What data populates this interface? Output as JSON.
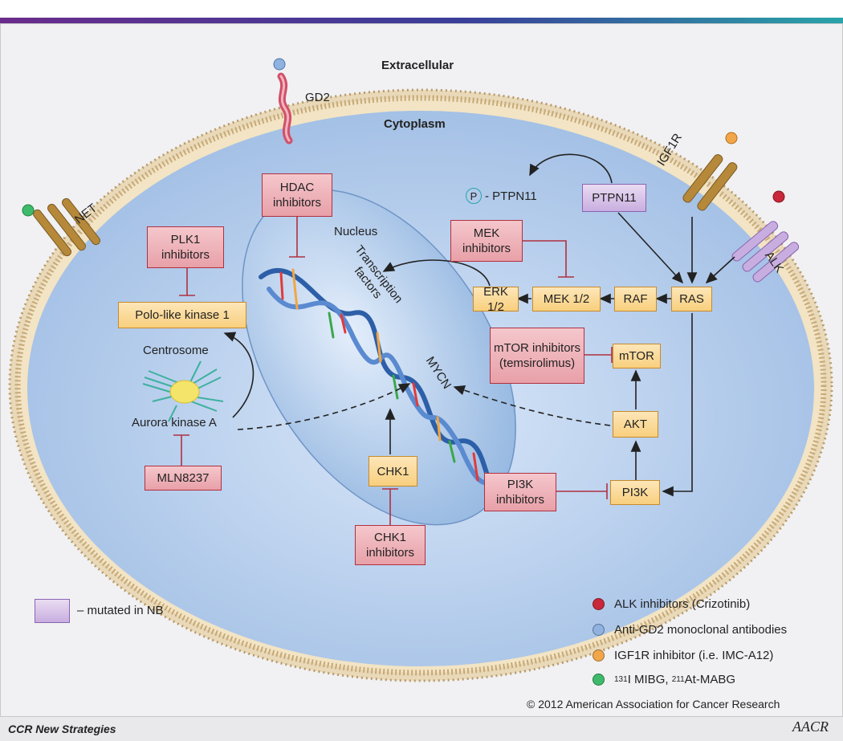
{
  "compartments": {
    "extracellular": "Extracellular",
    "cytoplasm": "Cytoplasm",
    "nucleus": "Nucleus",
    "centrosome": "Centrosome"
  },
  "receptors": {
    "gd2": "GD2",
    "net": "NET",
    "igf1r": "IGF1R",
    "alk": "ALK"
  },
  "inhibitors": {
    "hdac": "HDAC inhibitors",
    "plk1": "PLK1 inhibitors",
    "mek": "MEK inhibitors",
    "mtor": "mTOR inhibitors (temsirolimus)",
    "pi3k": "PI3K inhibitors",
    "chk1": "CHK1 inhibitors",
    "mln": "MLN8237"
  },
  "nodes": {
    "polo": "Polo-like kinase 1",
    "aurora": "Aurora kinase A",
    "erk": "ERK 1/2",
    "mek": "MEK 1/2",
    "raf": "RAF",
    "ras": "RAS",
    "mtor": "mTOR",
    "akt": "AKT",
    "pi3k": "PI3K",
    "chk1": "CHK1",
    "ptpn11": "PTPN11",
    "p": "P",
    "p_ptpn11": "- PTPN11",
    "mycn": "MYCN",
    "tf": "Transcription factors"
  },
  "legend": {
    "mutated": "– mutated in NB",
    "items": [
      {
        "label": "ALK inhibitors (Crizotinib)",
        "color": "#c8283a"
      },
      {
        "label": "Anti-GD2 monoclonal antibodies",
        "color": "#8fb2e0"
      },
      {
        "label": "IGF1R inhibitor (i.e. IMC-A12)",
        "color": "#f2a64a"
      },
      {
        "label_sup1": "131",
        "label_mid": "I MIBG, ",
        "label_sup2": "211",
        "label_end": "At-MABG",
        "color": "#3dbb6a"
      }
    ]
  },
  "footer": {
    "left": "CCR New Strategies",
    "right": "AACR",
    "copyright": "© 2012 American Association for Cancer Research"
  }
}
